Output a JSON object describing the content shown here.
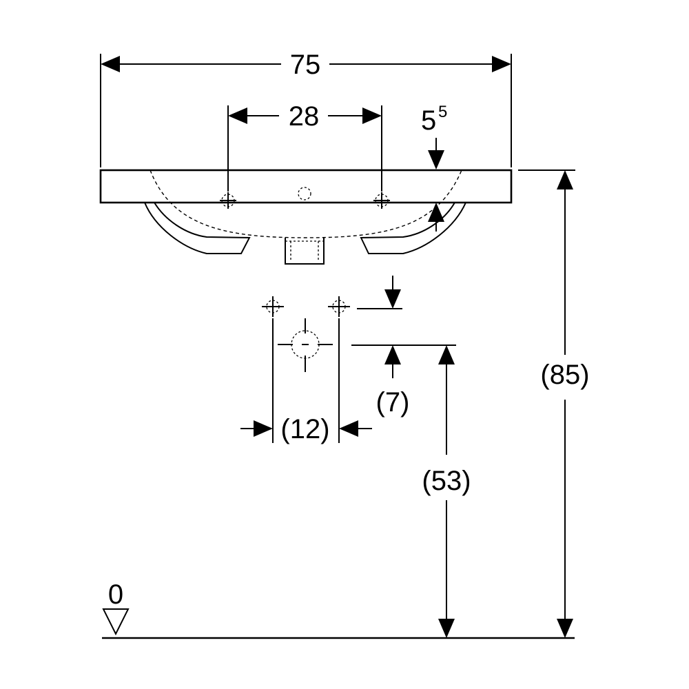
{
  "dimensions": {
    "overall_width": "75",
    "tap_hole_spacing": "28",
    "rim_thickness": "5",
    "rim_thickness_sup": "5",
    "rim_height": "(85)",
    "drain_height": "(53)",
    "supply_offset": "(7)",
    "supply_spacing": "(12)",
    "floor_level": "0"
  }
}
